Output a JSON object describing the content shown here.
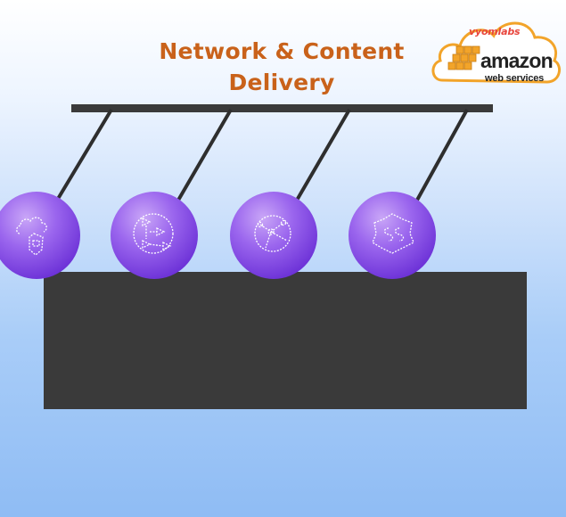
{
  "title": {
    "line1": "Network & Content",
    "line2": "Delivery"
  },
  "logo": {
    "brand": "vyomlabs",
    "name": "amazon",
    "sub": "web services"
  },
  "colors": {
    "title": "#c9621a",
    "bar": "#3a3a3a",
    "ball_light": "#b58cf3",
    "ball_dark": "#7a3fe0",
    "logo_orange": "#f2a42a"
  },
  "balls": [
    {
      "icon": "cloud-shield-icon"
    },
    {
      "icon": "flow-arrows-icon"
    },
    {
      "icon": "network-nodes-icon"
    },
    {
      "icon": "dollar-badge-icon"
    }
  ]
}
